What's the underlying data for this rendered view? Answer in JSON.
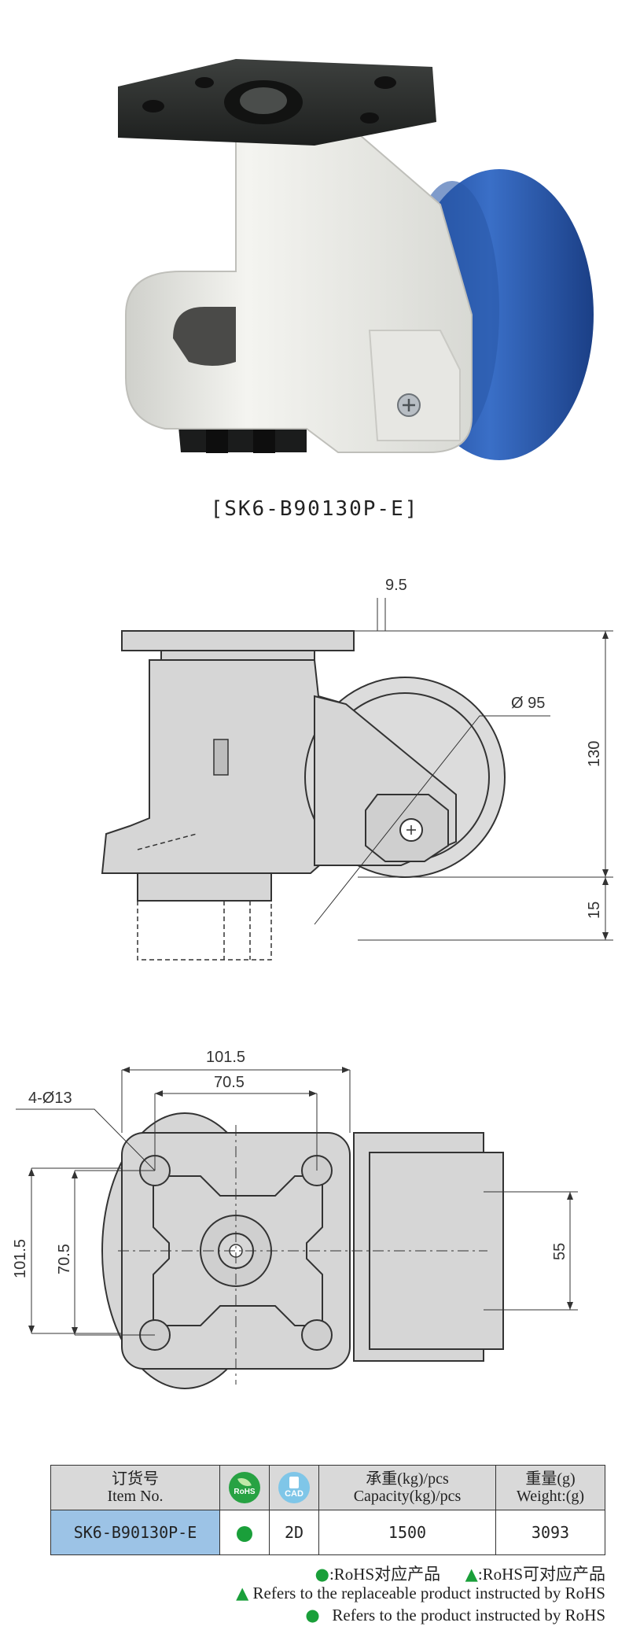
{
  "product": {
    "model": "[SK6-B90130P-E]"
  },
  "side_view": {
    "dim_offset": "9.5",
    "dim_wheel_diameter": "Ø 95",
    "dim_height": "130",
    "dim_adjust": "15"
  },
  "top_view": {
    "dim_plate_width": "101.5",
    "dim_hole_pitch_x": "70.5",
    "dim_holes": "4-Ø13",
    "dim_plate_height": "101.5",
    "dim_hole_pitch_y": "70.5",
    "dim_wheel_width": "55"
  },
  "table": {
    "headers": {
      "item_cn": "订货号",
      "item_en": "Item No.",
      "rohs": "RoHS",
      "cad": "CAD",
      "capacity_cn": "承重(kg)/pcs",
      "capacity_en": "Capacity(kg)/pcs",
      "weight_cn": "重量(g)",
      "weight_en": "Weight:(g)"
    },
    "rows": [
      {
        "item": "SK6-B90130P-E",
        "cad": "2D",
        "capacity": "1500",
        "weight": "3093"
      }
    ]
  },
  "notes": {
    "legend_dot": "●",
    "legend_tri": "▲",
    "rohs_dot_cn": ":RoHS对应产品",
    "rohs_tri_cn": ":RoHS可对应产品",
    "tri_en": "Refers to the replaceable product instructed by RoHS",
    "dot_en": "Refers to the product instructed by RoHS"
  },
  "colors": {
    "wheel_blue": "#2f5fb3",
    "body_white": "#eeeeea",
    "plate_black": "#2a2c2b",
    "rohs_green": "#1a9f3a",
    "item_cell_blue": "#9cc3e6",
    "header_grey": "#d9d9d9"
  }
}
